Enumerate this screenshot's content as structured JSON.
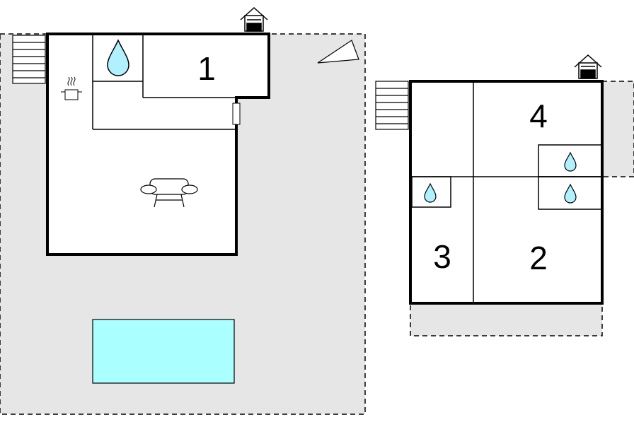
{
  "floorplan": {
    "left_building": {
      "rooms": [
        {
          "label": "1"
        }
      ],
      "icons": [
        "entrance-house-icon",
        "stairs-icon",
        "kitchen-pot-icon",
        "water-drop-icon",
        "sofa-icon",
        "door-icon",
        "compass-triangle-icon",
        "pool-icon"
      ]
    },
    "right_building": {
      "rooms": [
        {
          "label": "4"
        },
        {
          "label": "3"
        },
        {
          "label": "2"
        }
      ],
      "icons": [
        "entrance-house-icon",
        "stairs-icon",
        "water-drop-icon"
      ]
    },
    "colors": {
      "wall": "#000000",
      "terrace": "#e6e6e6",
      "pool": "#aaffff",
      "water": "#b0f0ff"
    }
  }
}
